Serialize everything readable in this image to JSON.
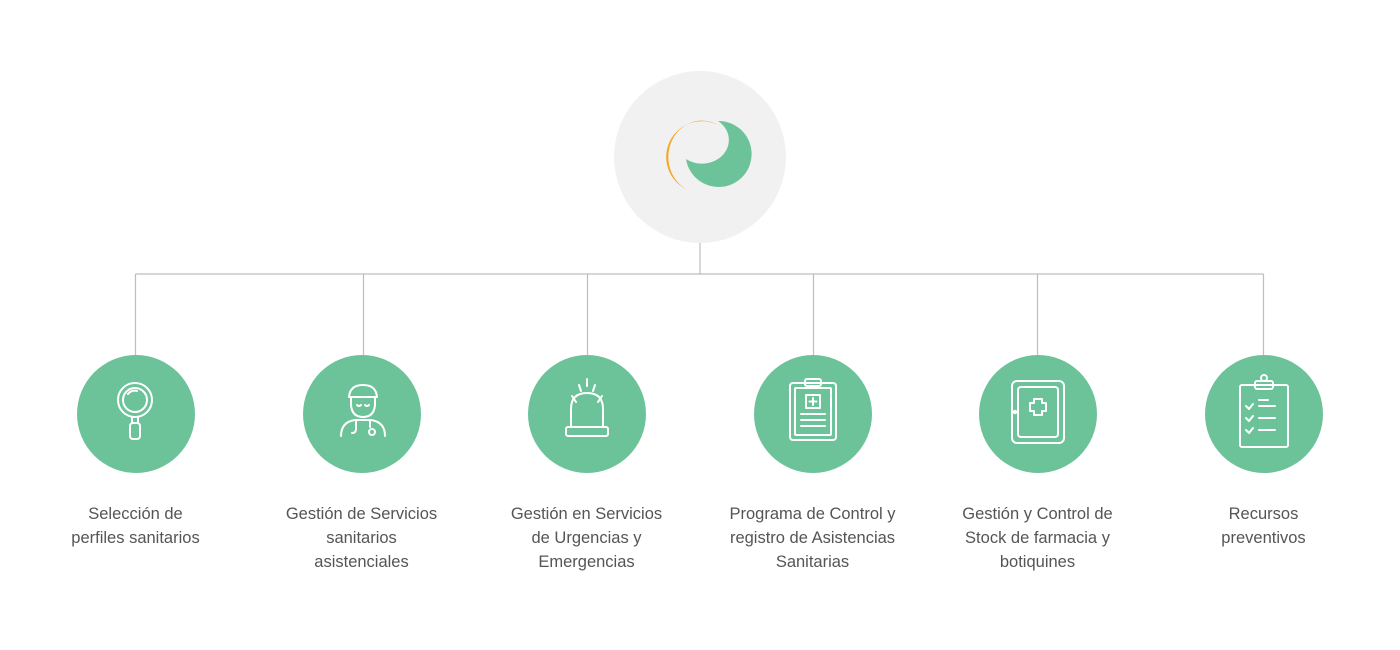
{
  "colors": {
    "background": "#ffffff",
    "root_circle": "#f1f1f1",
    "node_circle": "#6cc39a",
    "connector": "#bdbdbd",
    "label_text": "#555555",
    "logo_orange": "#f5a623",
    "logo_green": "#6cc39a"
  },
  "root": {
    "logo_icon": "two-crescent-logo"
  },
  "nodes": [
    {
      "icon": "magnifying-glass-icon",
      "label": "Selección de\nperfiles sanitarios"
    },
    {
      "icon": "doctor-icon",
      "label": "Gestión de Servicios\nsanitarios\nasistenciales"
    },
    {
      "icon": "emergency-siren-icon",
      "label": "Gestión en Servicios\nde Urgencias y\nEmergencias"
    },
    {
      "icon": "medical-clipboard-icon",
      "label": "Programa de Control y\nregistro de Asistencias\nSanitarias"
    },
    {
      "icon": "first-aid-cabinet-icon",
      "label": "Gestión y Control de\nStock de farmacia y\nbotiquines"
    },
    {
      "icon": "checklist-icon",
      "label": "Recursos\npreventivos"
    }
  ]
}
